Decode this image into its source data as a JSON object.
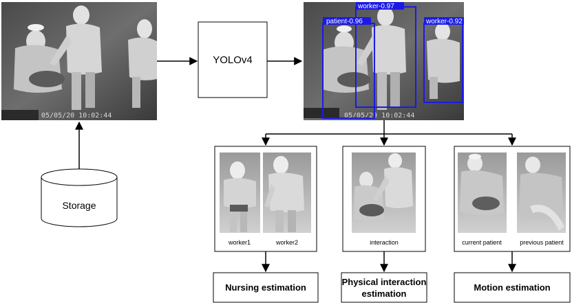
{
  "source_frame": {
    "timestamp": "05/05/20 10:02:44"
  },
  "detector": {
    "label": "YOLOv4"
  },
  "storage": {
    "label": "Storage"
  },
  "detections": [
    {
      "label": "worker-0.97"
    },
    {
      "label": "patient-0.96"
    },
    {
      "label": "worker-0.92"
    }
  ],
  "detected_frame": {
    "timestamp": "05/05/20 10:02:44"
  },
  "panels": [
    {
      "crops": [
        "worker1",
        "worker2"
      ],
      "output": "Nursing estimation"
    },
    {
      "crops": [
        "interaction"
      ],
      "output": [
        "Physical interaction",
        "estimation"
      ]
    },
    {
      "crops": [
        "current patient",
        "previous patient"
      ],
      "output": "Motion estimation"
    }
  ],
  "colors": {
    "box": "#1a1ae6",
    "thermal_dark": "#2a2a2a",
    "thermal_light": "#e6e6e6"
  }
}
